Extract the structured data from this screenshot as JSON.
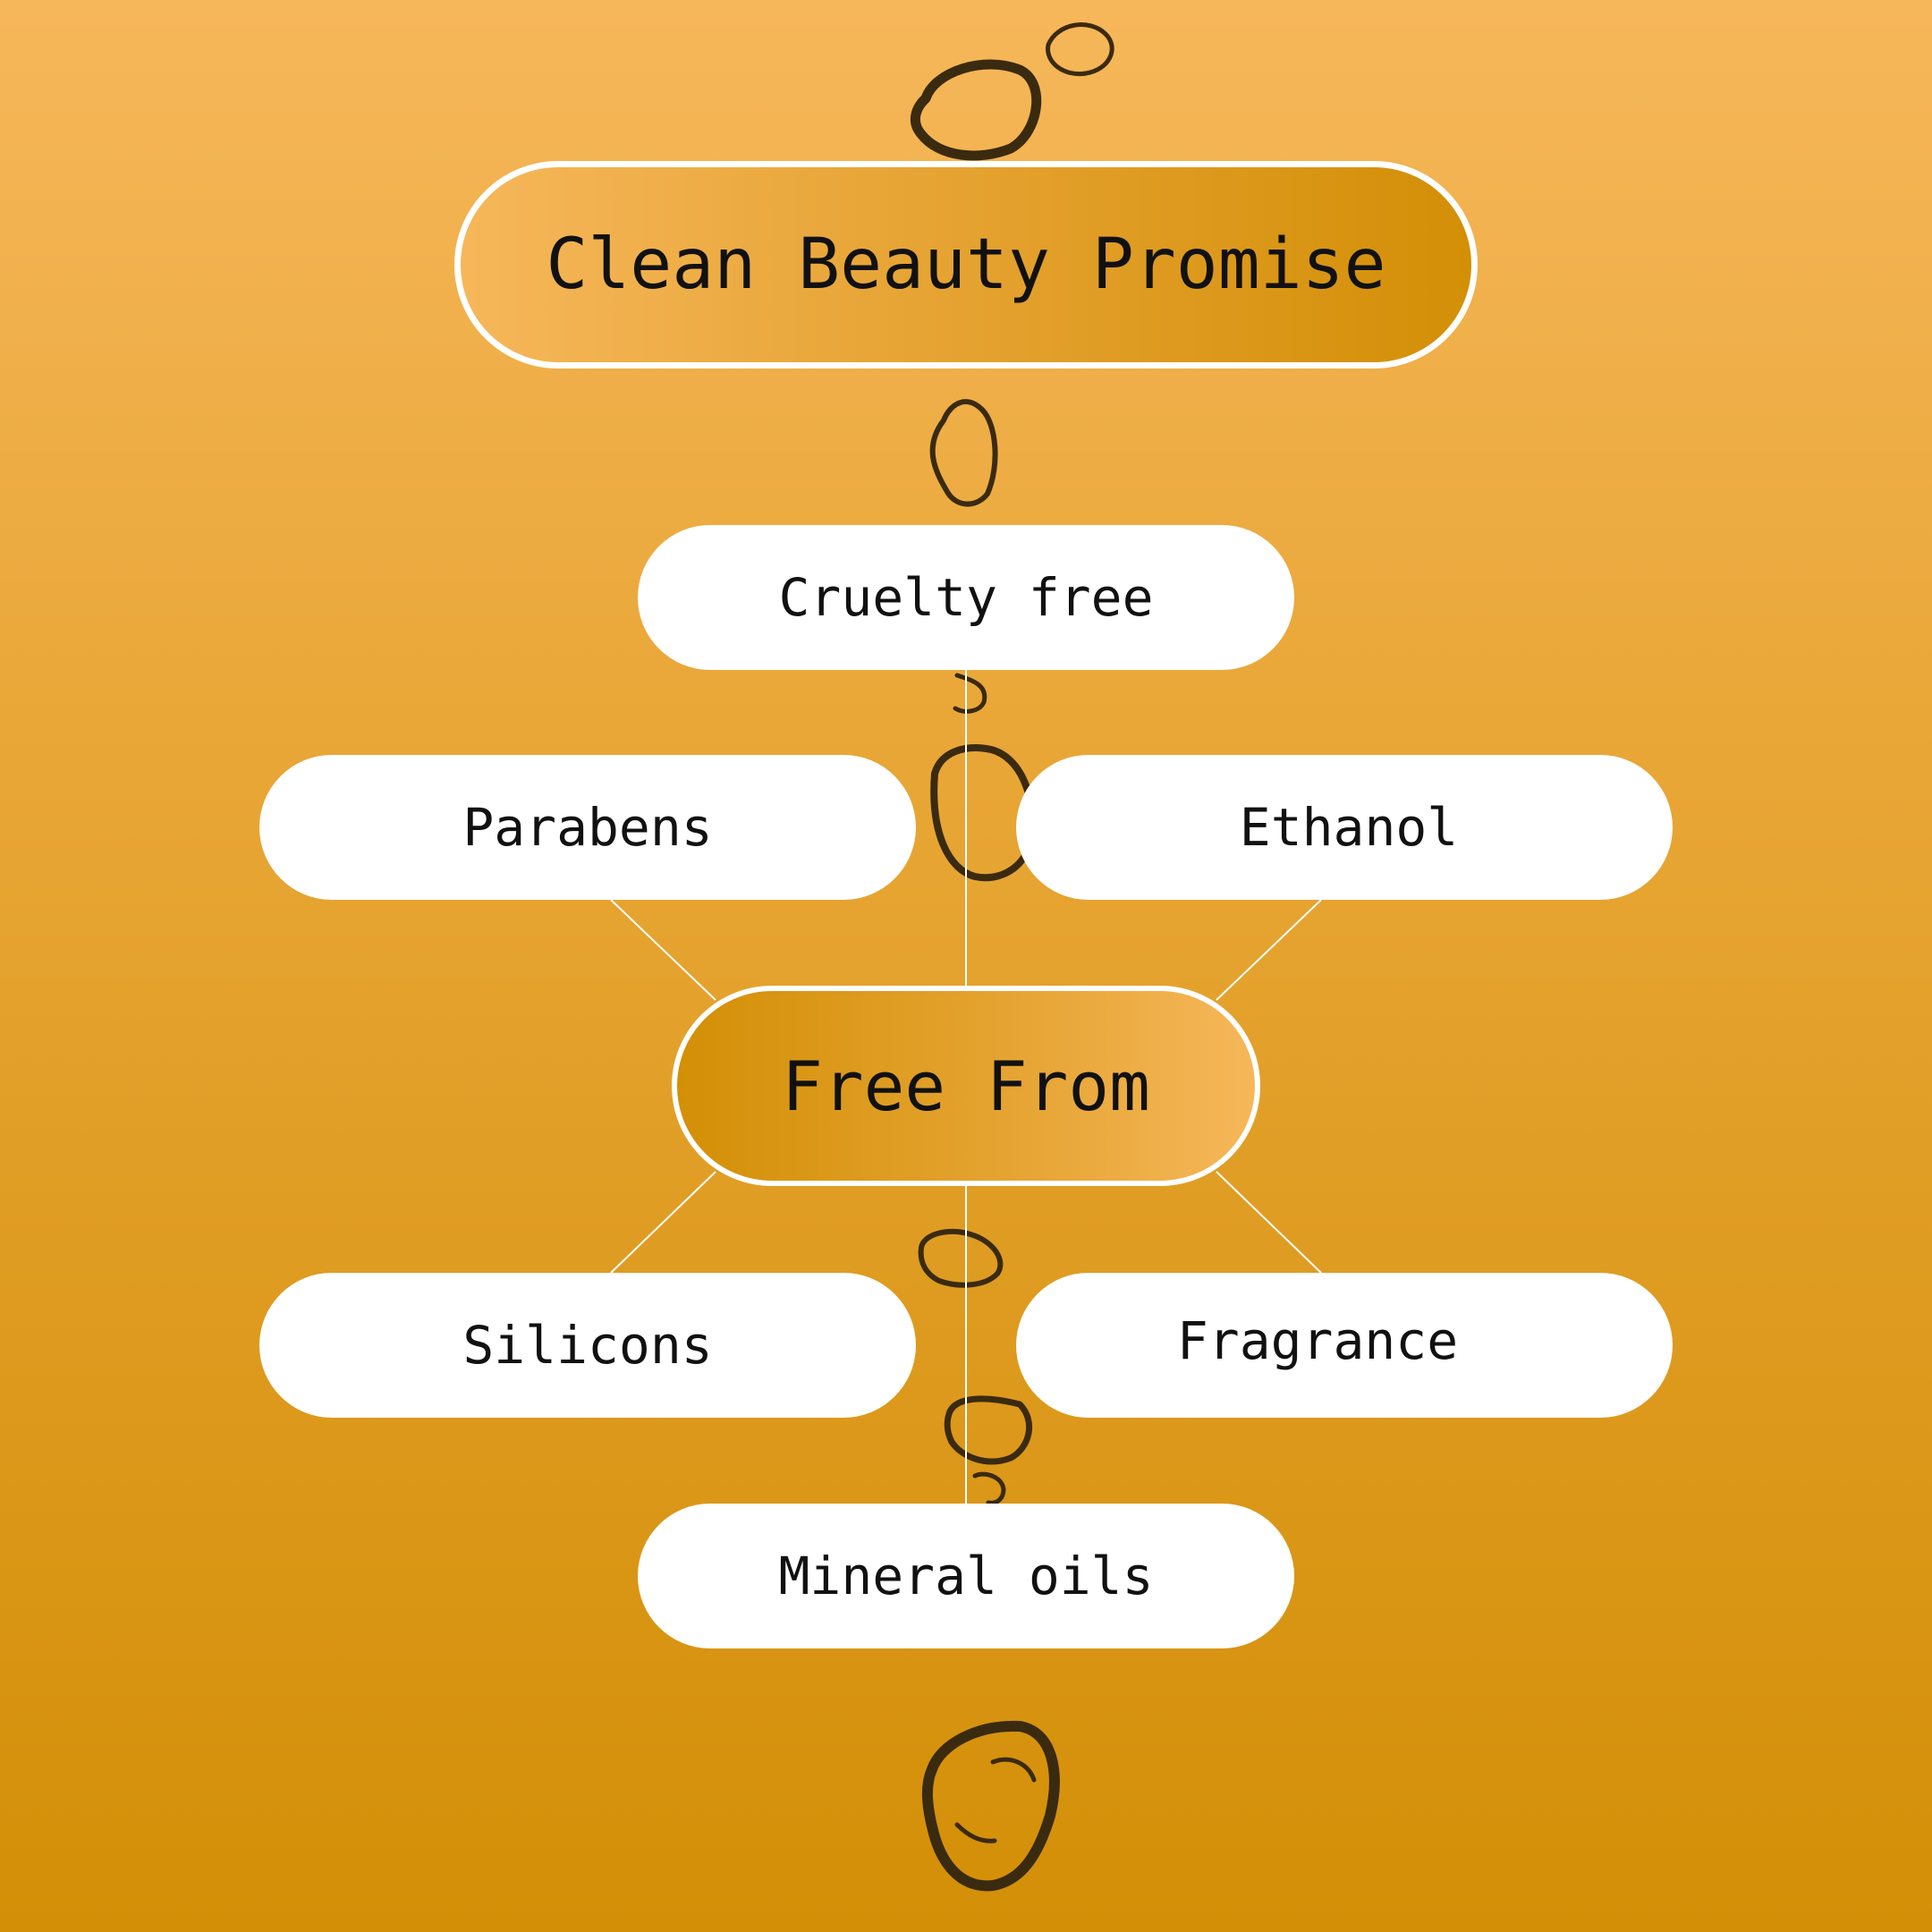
{
  "diagram": {
    "title": "Clean Beauty Promise",
    "center": "Free From",
    "nodes": {
      "cruelty_free": "Cruelty free",
      "parabens": "Parabens",
      "ethanol": "Ethanol",
      "silicons": "Silicons",
      "fragrance": "Fragrance",
      "mineral_oils": "Mineral oils"
    }
  },
  "colors": {
    "background_top": "#f6b75a",
    "background_bottom": "#d38f06",
    "pill_fill": "#ffffff",
    "connector": "#ffffff",
    "text": "#111111"
  }
}
